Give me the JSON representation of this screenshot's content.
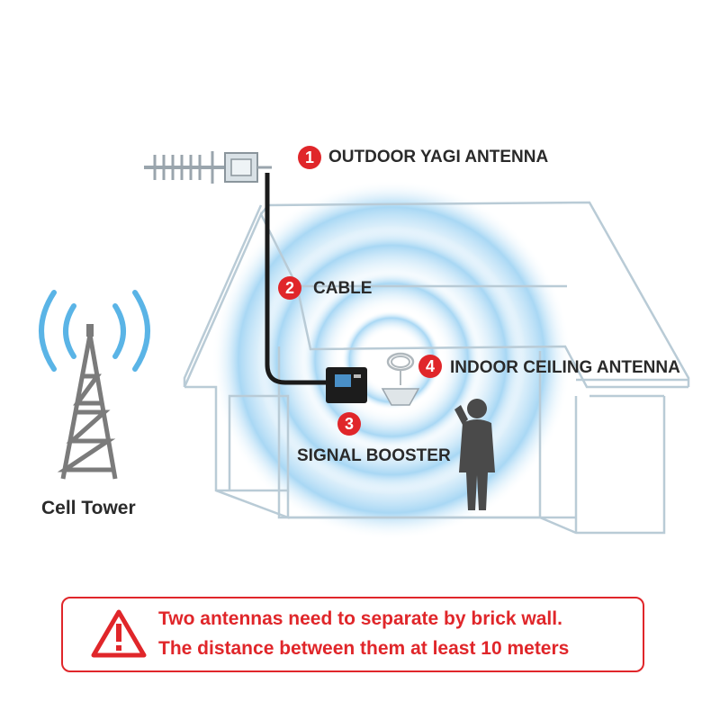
{
  "labels": {
    "yagi": {
      "number": "1",
      "text": "OUTDOOR YAGI ANTENNA"
    },
    "cable": {
      "number": "2",
      "text": "CABLE"
    },
    "booster": {
      "number": "3",
      "text": "SIGNAL BOOSTER"
    },
    "ceiling": {
      "number": "4",
      "text": "INDOOR CEILING ANTENNA"
    }
  },
  "tower": {
    "text": "Cell Tower"
  },
  "warning": {
    "line1": "Two antennas need to separate by brick wall.",
    "line2": "The distance between them at least 10 meters",
    "icon": "warning-triangle-icon"
  },
  "colors": {
    "accent_red": "#e0262a",
    "house_outline": "#b9cbd6",
    "signal_blue": "#5ab4e6",
    "tower_gray": "#7b7b7b"
  }
}
